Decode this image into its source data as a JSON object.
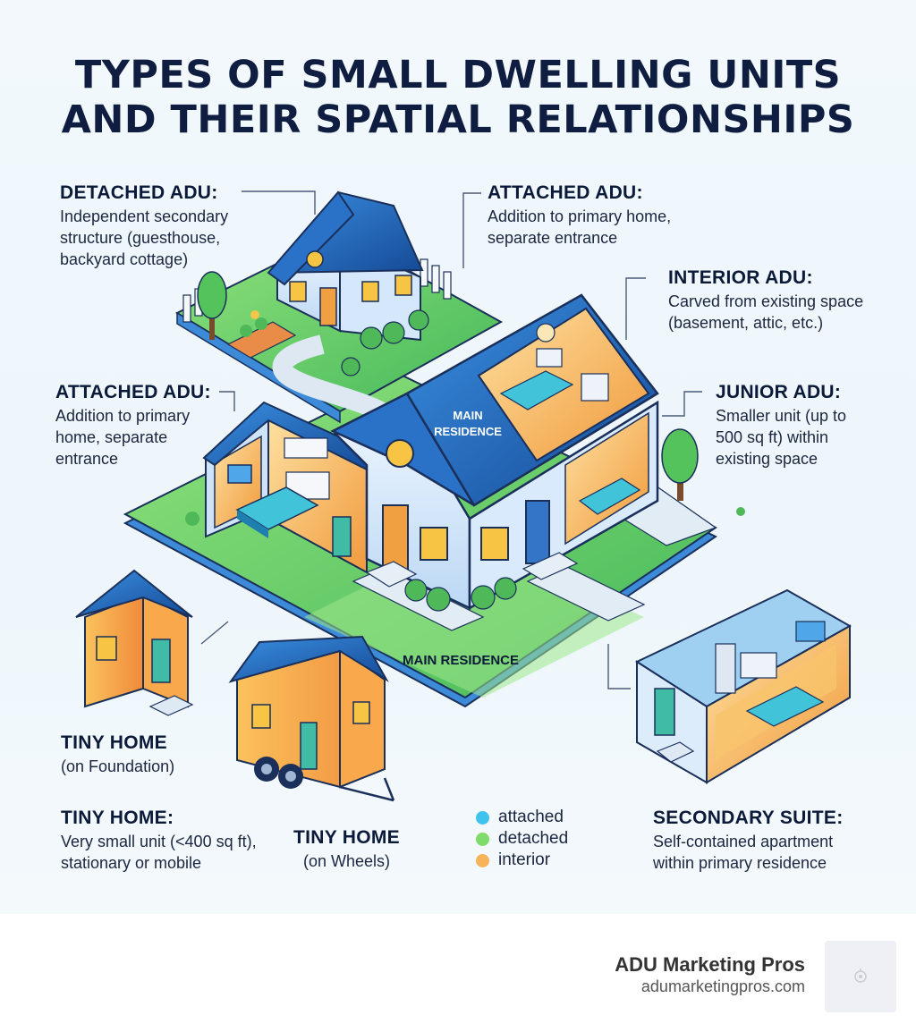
{
  "title": {
    "line1": "TYPES OF SMALL DWELLING UNITS",
    "line2": "AND THEIR SPATIAL RELATIONSHIPS"
  },
  "labels": {
    "detached_adu": {
      "heading": "DETACHED ADU:",
      "line1": "Independent secondary",
      "line2": "structure (guesthouse,",
      "line3": "backyard cottage)"
    },
    "attached_adu_top": {
      "heading": "ATTACHED ADU:",
      "line1": "Addition to primary home,",
      "line2": "separate entrance"
    },
    "interior_adu": {
      "heading": "INTERIOR ADU:",
      "line1": "Carved from existing space",
      "line2": "(basement, attic, etc.)"
    },
    "attached_adu_left": {
      "heading": "ATTACHED ADU:",
      "line1": "Addition to primary",
      "line2": "home, separate",
      "line3": "entrance"
    },
    "junior_adu": {
      "heading": "JUNIOR ADU:",
      "line1": "Smaller unit (up to",
      "line2": "500 sq ft) within",
      "line3": "existing space"
    },
    "tiny_home_foundation": {
      "heading": "TINY HOME",
      "line1": "(on Foundation)"
    },
    "tiny_home": {
      "heading": "TINY HOME:",
      "line1": "Very small unit (<400 sq ft),",
      "line2": "stationary or mobile"
    },
    "tiny_home_wheels": {
      "heading": "TINY HOME",
      "line1": "(on Wheels)"
    },
    "secondary_suite": {
      "heading": "SECONDARY SUITE:",
      "line1": "Self-contained apartment",
      "line2": "within primary residence"
    }
  },
  "house_tags": {
    "roof_line1": "MAIN",
    "roof_line2": "RESIDENCE",
    "ground": "MAIN RESIDENCE"
  },
  "legend": [
    {
      "label": "attached",
      "color": "#3fc3ee"
    },
    {
      "label": "detached",
      "color": "#7fdc6a"
    },
    {
      "label": "interior",
      "color": "#f6b35a"
    }
  ],
  "footer": {
    "brand": "ADU Marketing Pros",
    "url": "adumarketingpros.com",
    "logo_icon": "pin-icon"
  },
  "palette": {
    "roof_blue": "#1f5fb0",
    "wall_blue": "#dcecfb",
    "lawn_green": "#6fd36a",
    "interior_orange": "#f6b35a",
    "outline_navy": "#1a2f5a"
  }
}
